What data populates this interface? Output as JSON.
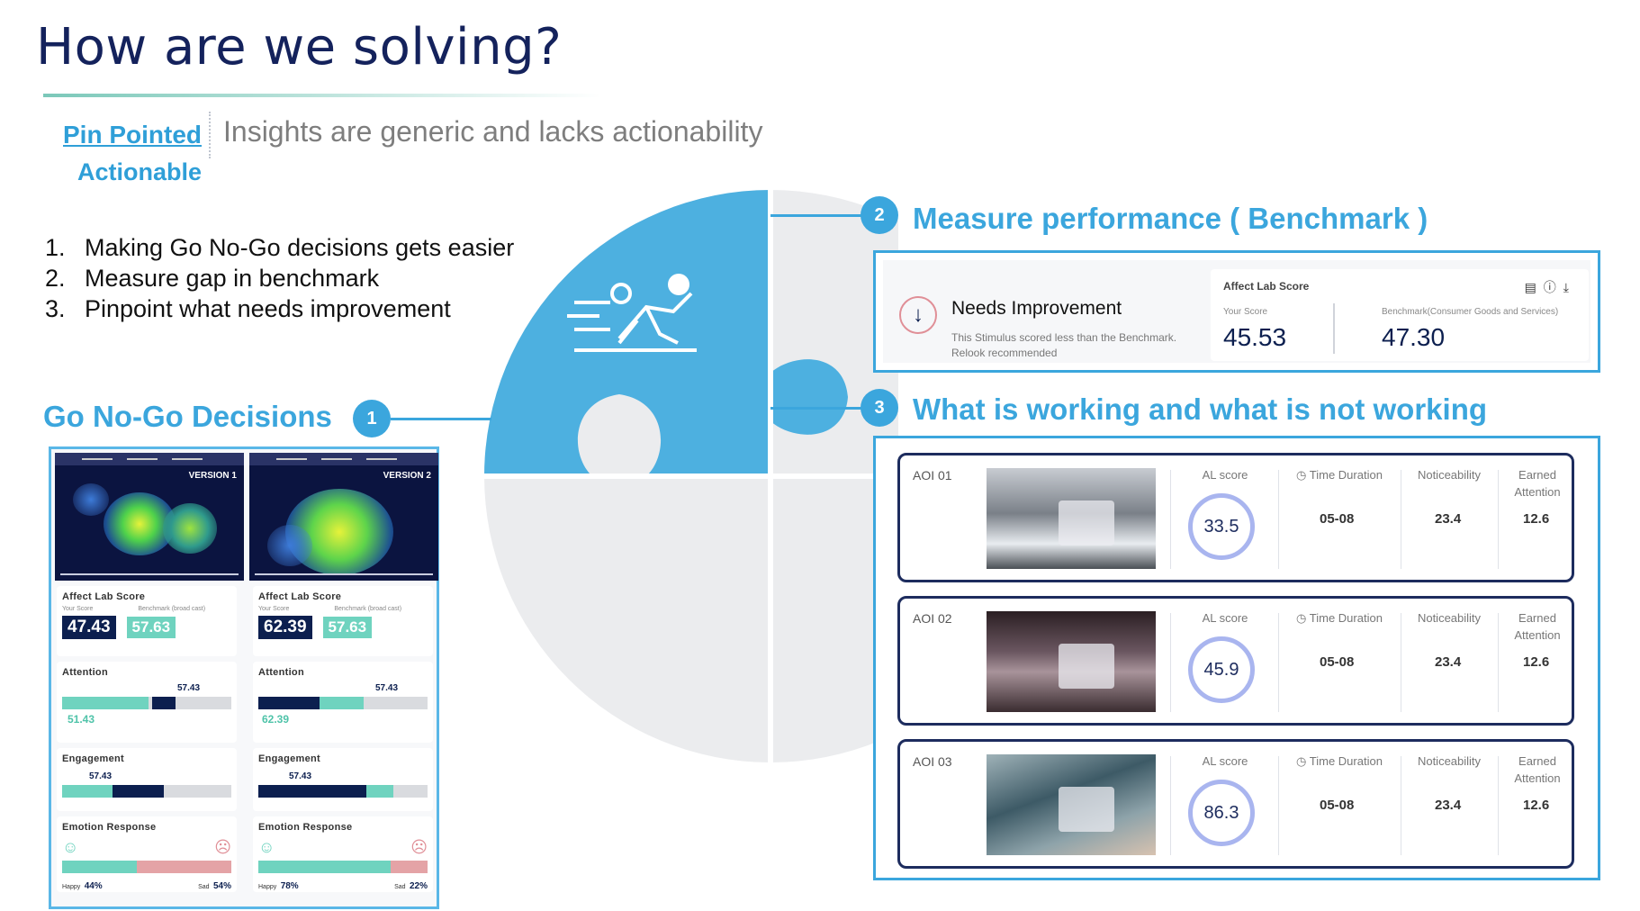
{
  "header": {
    "title": "How are we solving?"
  },
  "tags": {
    "pinpointed": "Pin Pointed",
    "actionable": "Actionable",
    "insight_text": "Insights are generic and lacks actionability"
  },
  "points": [
    {
      "num": "1.",
      "text": "Making Go No-Go decisions gets easier"
    },
    {
      "num": "2.",
      "text": "Measure gap in benchmark"
    },
    {
      "num": "3.",
      "text": "Pinpoint what needs improvement"
    }
  ],
  "sections": {
    "go_nogo": {
      "badge": "1",
      "title": "Go No-Go Decisions"
    },
    "measure": {
      "badge": "2",
      "title": "Measure performance ( Benchmark )"
    },
    "working": {
      "badge": "3",
      "title": "What is working and what is not working"
    }
  },
  "versions": [
    {
      "label": "VERSION 1",
      "affect_label": "Affect Lab Score",
      "your_score_label": "Your Score",
      "benchmark_label": "Benchmark (broad cast)",
      "score": "47.43",
      "benchmark": "57.63",
      "attention_label": "Attention",
      "attention_bench": "57.43",
      "attention_value": "51.43",
      "attention_fill": 0.51,
      "engagement_label": "Engagement",
      "engagement_value": "57.43",
      "engagement_fill": 0.57,
      "emotion_label": "Emotion Response",
      "happy_label": "Happy",
      "happy_value": "44%",
      "sad_label": "Sad",
      "sad_value": "54%",
      "happy_fraction": 0.44
    },
    {
      "label": "VERSION 2",
      "affect_label": "Affect Lab Score",
      "your_score_label": "Your Score",
      "benchmark_label": "Benchmark (broad cast)",
      "score": "62.39",
      "benchmark": "57.63",
      "attention_label": "Attention",
      "attention_bench": "57.43",
      "attention_value": "62.39",
      "attention_fill": 0.62,
      "engagement_label": "Engagement",
      "engagement_value": "57.43",
      "engagement_fill": 0.57,
      "emotion_label": "Emotion Response",
      "happy_label": "Happy",
      "happy_value": "78%",
      "sad_label": "Sad",
      "sad_value": "22%",
      "happy_fraction": 0.78
    }
  ],
  "benchmark_card": {
    "status_title": "Needs Improvement",
    "status_line1": "This Stimulus scored less than the Benchmark.",
    "status_line2": "Relook recommended",
    "card_title": "Affect Lab Score",
    "your_score_label": "Your Score",
    "benchmark_label": "Benchmark(Consumer Goods and Services)",
    "your_score": "45.53",
    "benchmark_score": "47.30"
  },
  "aoi_columns": {
    "al_score": "AL score",
    "time_duration": "Time Duration",
    "noticeability": "Noticeability",
    "earned_attention_1": "Earned",
    "earned_attention_2": "Attention"
  },
  "aois": [
    {
      "name": "AOI 01",
      "al_score": "33.5",
      "time": "05-08",
      "noticeability": "23.4",
      "earned": "12.6"
    },
    {
      "name": "AOI 02",
      "al_score": "45.9",
      "time": "05-08",
      "noticeability": "23.4",
      "earned": "12.6"
    },
    {
      "name": "AOI 03",
      "al_score": "86.3",
      "time": "05-08",
      "noticeability": "23.4",
      "earned": "12.6"
    }
  ],
  "colors": {
    "navy": "#14225c",
    "accent_blue": "#3ba6dd",
    "teal": "#6fd3bf",
    "puzzle_grey": "#ebecee"
  }
}
